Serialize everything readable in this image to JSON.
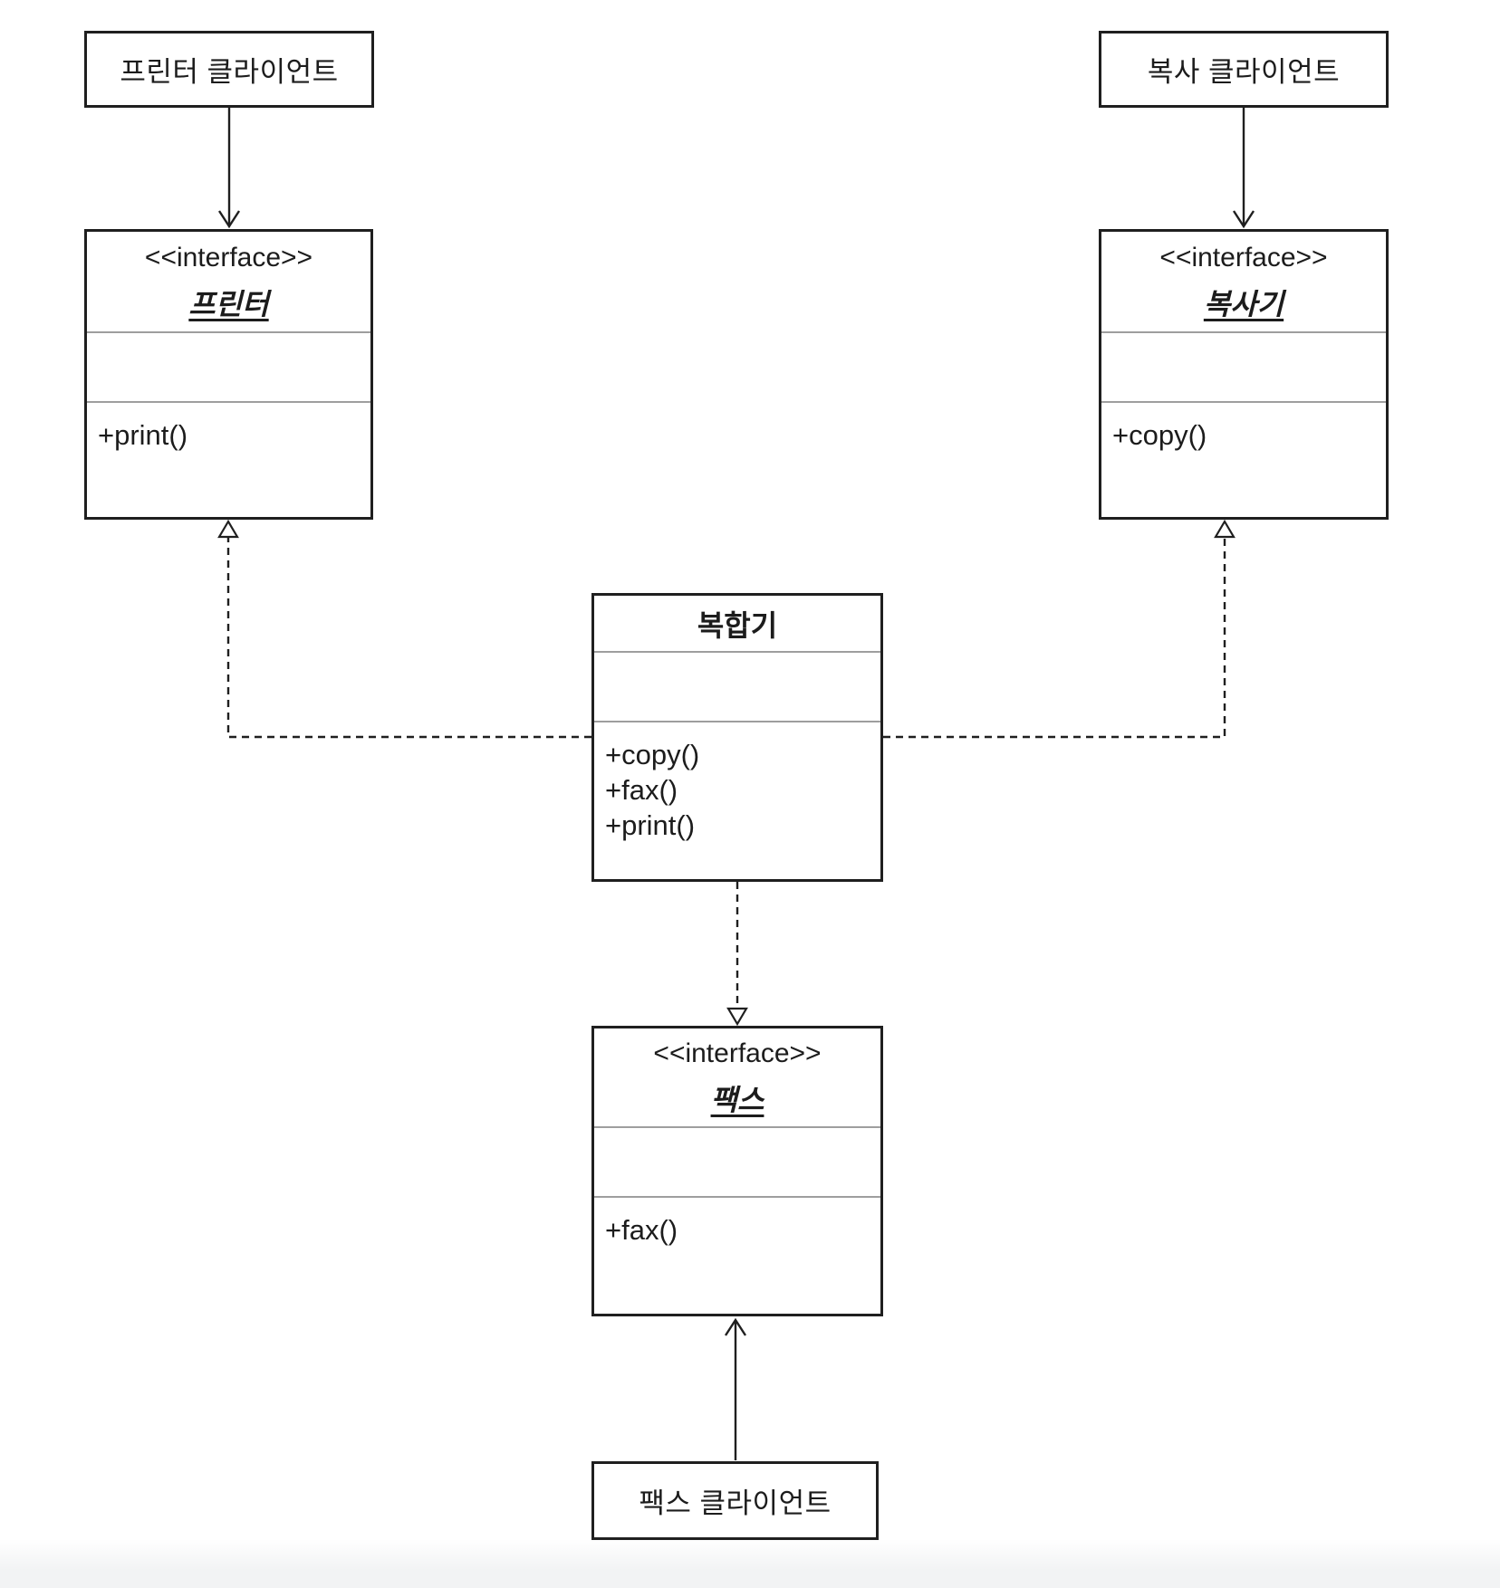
{
  "diagram": {
    "title": "ISP UML class diagram",
    "nodes": {
      "printer_client": {
        "label": "프린터 클라이언트"
      },
      "copy_client": {
        "label": "복사 클라이언트"
      },
      "fax_client": {
        "label": "팩스 클라이언트"
      },
      "printer_interface": {
        "stereotype": "<<interface>>",
        "name": "프린터",
        "attributes": [],
        "methods": [
          "+print()"
        ]
      },
      "copier_interface": {
        "stereotype": "<<interface>>",
        "name": "복사기",
        "attributes": [],
        "methods": [
          "+copy()"
        ]
      },
      "fax_interface": {
        "stereotype": "<<interface>>",
        "name": "팩스",
        "attributes": [],
        "methods": [
          "+fax()"
        ]
      },
      "multifunction_class": {
        "name": "복합기",
        "attributes": [],
        "methods": [
          "+copy()",
          "+fax()",
          "+print()"
        ]
      }
    },
    "edges": [
      {
        "from": "프린터 클라이언트",
        "to": "프린터",
        "type": "association",
        "style": "solid-open-arrow"
      },
      {
        "from": "복사 클라이언트",
        "to": "복사기",
        "type": "association",
        "style": "solid-open-arrow"
      },
      {
        "from": "팩스 클라이언트",
        "to": "팩스",
        "type": "association",
        "style": "solid-open-arrow"
      },
      {
        "from": "복합기",
        "to": "프린터",
        "type": "realization",
        "style": "dashed-hollow-triangle"
      },
      {
        "from": "복합기",
        "to": "복사기",
        "type": "realization",
        "style": "dashed-hollow-triangle"
      },
      {
        "from": "복합기",
        "to": "팩스",
        "type": "realization",
        "style": "dashed-hollow-triangle"
      }
    ],
    "colors": {
      "line": "#1f1f1f",
      "divider": "#9e9e9e",
      "background": "#ffffff",
      "footer_strip": "#f2f3f4"
    }
  }
}
